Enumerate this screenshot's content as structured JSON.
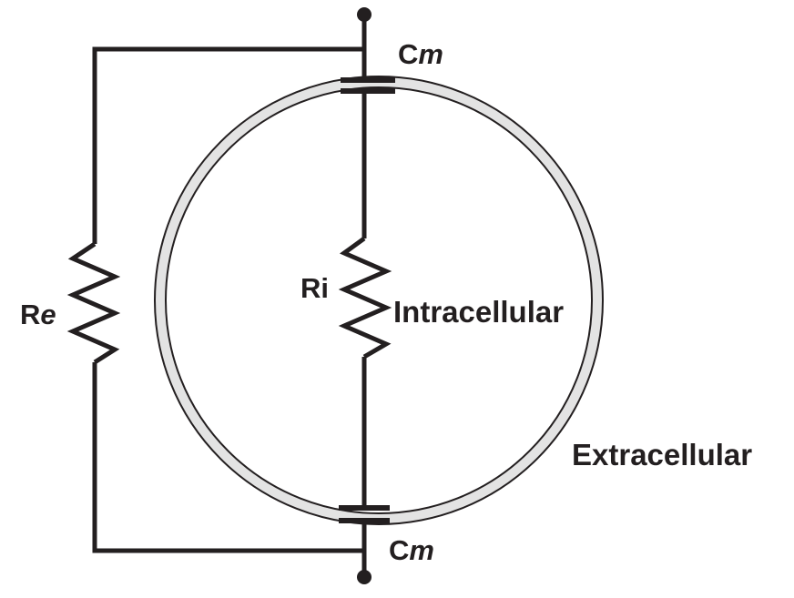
{
  "labels": {
    "cm_top": {
      "base": "C",
      "sub": "m"
    },
    "cm_bottom": {
      "base": "C",
      "sub": "m"
    },
    "re": {
      "base": "R",
      "sub": "e"
    },
    "ri": "Ri",
    "intracellular": "Intracellular",
    "extracellular": "Extracellular"
  },
  "colors": {
    "wire": "#231f20",
    "membrane_fill": "#e3e3e3",
    "membrane_edge": "#231f20",
    "background": "#ffffff"
  }
}
